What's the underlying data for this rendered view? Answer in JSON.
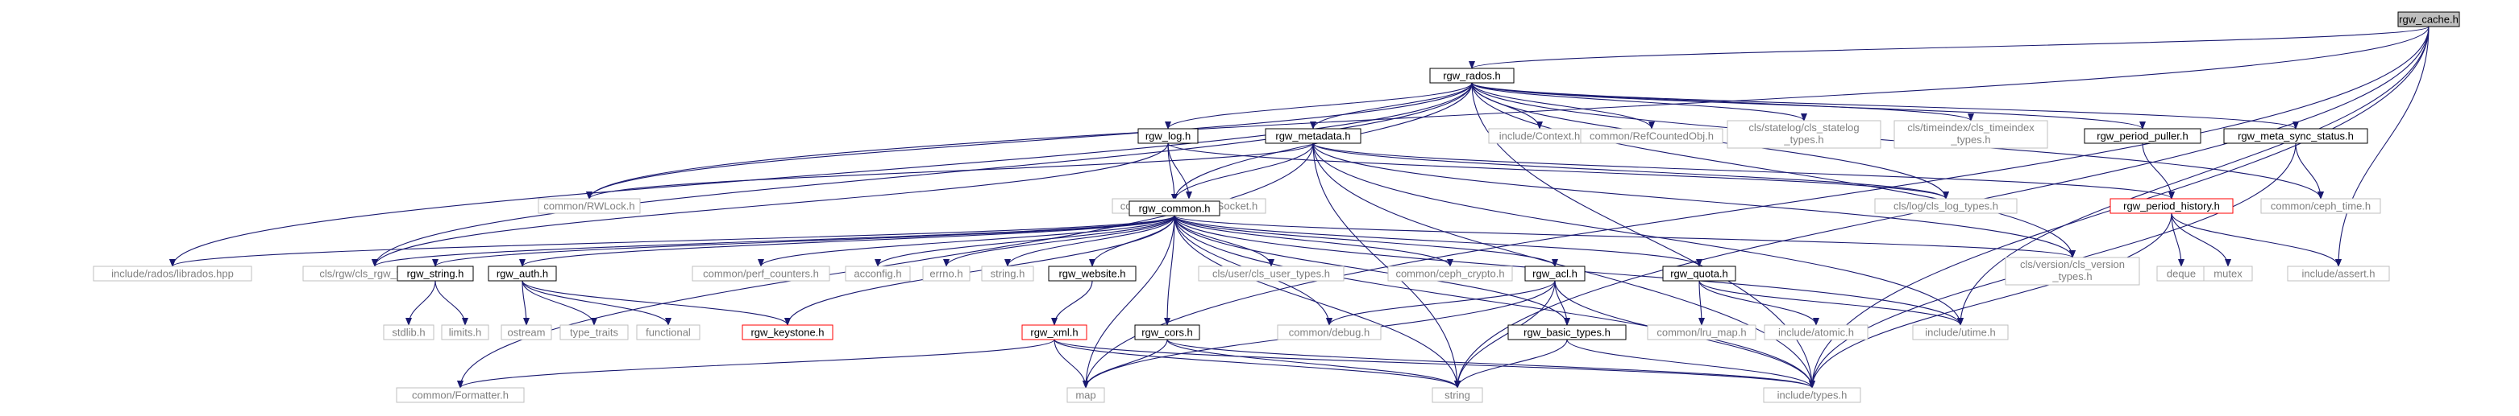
{
  "title": "rgw_cache.h",
  "colors": {
    "edge": "#191970",
    "node_border": "#000000",
    "external_border": "#bfbfbf",
    "external_text": "#808080",
    "incomplete_border": "#ff0000",
    "root_fill": "#bfbfbf",
    "node_fill": "#ffffff",
    "text": "#000000"
  },
  "nodes": [
    {
      "id": "rgw_cache",
      "label": "rgw_cache.h",
      "kind": "root"
    },
    {
      "id": "rgw_rados",
      "label": "rgw_rados.h",
      "kind": "local"
    },
    {
      "id": "rgw_log",
      "label": "rgw_log.h",
      "kind": "local"
    },
    {
      "id": "rgw_metadata",
      "label": "rgw_metadata.h",
      "kind": "local"
    },
    {
      "id": "include_context",
      "label": "include/Context.h",
      "kind": "external"
    },
    {
      "id": "refcounted",
      "label": "common/RefCountedObj.h",
      "kind": "external"
    },
    {
      "id": "statelog",
      "label": "cls/statelog/cls_statelog\n_types.h",
      "kind": "external"
    },
    {
      "id": "timeindex",
      "label": "cls/timeindex/cls_timeindex\n_types.h",
      "kind": "external"
    },
    {
      "id": "rgw_period_puller",
      "label": "rgw_period_puller.h",
      "kind": "local"
    },
    {
      "id": "rgw_meta_sync_status",
      "label": "rgw_meta_sync_status.h",
      "kind": "local"
    },
    {
      "id": "output_data_socket",
      "label": "common/OutputDataSocket.h",
      "kind": "external"
    },
    {
      "id": "rwlock",
      "label": "common/RWLock.h",
      "kind": "external"
    },
    {
      "id": "cls_log_types",
      "label": "cls/log/cls_log_types.h",
      "kind": "external"
    },
    {
      "id": "rgw_period_history",
      "label": "rgw_period_history.h",
      "kind": "incomplete"
    },
    {
      "id": "ceph_time",
      "label": "common/ceph_time.h",
      "kind": "external"
    },
    {
      "id": "rgw_common",
      "label": "rgw_common.h",
      "kind": "local"
    },
    {
      "id": "librados",
      "label": "include/rados/librados.hpp",
      "kind": "external"
    },
    {
      "id": "cls_rgw_types",
      "label": "cls/rgw/cls_rgw_types.h",
      "kind": "external"
    },
    {
      "id": "rgw_string",
      "label": "rgw_string.h",
      "kind": "local"
    },
    {
      "id": "rgw_auth",
      "label": "rgw_auth.h",
      "kind": "local"
    },
    {
      "id": "perf_counters",
      "label": "common/perf_counters.h",
      "kind": "external"
    },
    {
      "id": "acconfig",
      "label": "acconfig.h",
      "kind": "external"
    },
    {
      "id": "errno",
      "label": "errno.h",
      "kind": "external"
    },
    {
      "id": "string_h",
      "label": "string.h",
      "kind": "external"
    },
    {
      "id": "rgw_website",
      "label": "rgw_website.h",
      "kind": "local"
    },
    {
      "id": "cls_user_types",
      "label": "cls/user/cls_user_types.h",
      "kind": "external"
    },
    {
      "id": "ceph_crypto",
      "label": "common/ceph_crypto.h",
      "kind": "external"
    },
    {
      "id": "rgw_acl",
      "label": "rgw_acl.h",
      "kind": "local"
    },
    {
      "id": "rgw_quota",
      "label": "rgw_quota.h",
      "kind": "local"
    },
    {
      "id": "cls_version_types",
      "label": "cls/version/cls_version\n_types.h",
      "kind": "external"
    },
    {
      "id": "deque",
      "label": "deque",
      "kind": "external"
    },
    {
      "id": "mutex",
      "label": "mutex",
      "kind": "external"
    },
    {
      "id": "include_assert",
      "label": "include/assert.h",
      "kind": "external"
    },
    {
      "id": "stdlib",
      "label": "stdlib.h",
      "kind": "external"
    },
    {
      "id": "limits",
      "label": "limits.h",
      "kind": "external"
    },
    {
      "id": "ostream",
      "label": "ostream",
      "kind": "external"
    },
    {
      "id": "type_traits",
      "label": "type_traits",
      "kind": "external"
    },
    {
      "id": "functional",
      "label": "functional",
      "kind": "external"
    },
    {
      "id": "rgw_keystone",
      "label": "rgw_keystone.h",
      "kind": "incomplete"
    },
    {
      "id": "rgw_xml",
      "label": "rgw_xml.h",
      "kind": "incomplete"
    },
    {
      "id": "rgw_cors",
      "label": "rgw_cors.h",
      "kind": "local"
    },
    {
      "id": "common_debug",
      "label": "common/debug.h",
      "kind": "external"
    },
    {
      "id": "rgw_basic_types",
      "label": "rgw_basic_types.h",
      "kind": "local"
    },
    {
      "id": "lru_map",
      "label": "common/lru_map.h",
      "kind": "external"
    },
    {
      "id": "include_atomic",
      "label": "include/atomic.h",
      "kind": "external"
    },
    {
      "id": "include_utime",
      "label": "include/utime.h",
      "kind": "external"
    },
    {
      "id": "formatter",
      "label": "common/Formatter.h",
      "kind": "external"
    },
    {
      "id": "map",
      "label": "map",
      "kind": "external"
    },
    {
      "id": "string",
      "label": "string",
      "kind": "external"
    },
    {
      "id": "include_types",
      "label": "include/types.h",
      "kind": "external"
    }
  ],
  "edges": [
    [
      "rgw_cache",
      "rgw_rados"
    ],
    [
      "rgw_cache",
      "rwlock"
    ],
    [
      "rgw_cache",
      "include_assert"
    ],
    [
      "rgw_cache",
      "include_utime"
    ],
    [
      "rgw_cache",
      "string"
    ],
    [
      "rgw_cache",
      "include_types"
    ],
    [
      "rgw_cache",
      "map"
    ],
    [
      "rgw_rados",
      "rgw_log"
    ],
    [
      "rgw_rados",
      "rgw_metadata"
    ],
    [
      "rgw_rados",
      "include_context"
    ],
    [
      "rgw_rados",
      "refcounted"
    ],
    [
      "rgw_rados",
      "statelog"
    ],
    [
      "rgw_rados",
      "timeindex"
    ],
    [
      "rgw_rados",
      "rgw_period_puller"
    ],
    [
      "rgw_rados",
      "rgw_meta_sync_status"
    ],
    [
      "rgw_rados",
      "rgw_common"
    ],
    [
      "rgw_rados",
      "rwlock"
    ],
    [
      "rgw_rados",
      "librados"
    ],
    [
      "rgw_rados",
      "cls_rgw_types"
    ],
    [
      "rgw_rados",
      "cls_version_types"
    ],
    [
      "rgw_rados",
      "cls_log_types"
    ],
    [
      "rgw_rados",
      "ceph_time"
    ],
    [
      "rgw_rados",
      "include_types"
    ],
    [
      "rgw_log",
      "rgw_common"
    ],
    [
      "rgw_log",
      "output_data_socket"
    ],
    [
      "rgw_log",
      "cls_log_types"
    ],
    [
      "rgw_log",
      "cls_rgw_types"
    ],
    [
      "rgw_metadata",
      "rgw_common"
    ],
    [
      "rgw_metadata",
      "rwlock"
    ],
    [
      "rgw_metadata",
      "cls_log_types"
    ],
    [
      "rgw_metadata",
      "rgw_period_history"
    ],
    [
      "rgw_metadata",
      "cls_version_types"
    ],
    [
      "rgw_metadata",
      "include_types"
    ],
    [
      "rgw_metadata",
      "include_utime"
    ],
    [
      "rgw_metadata",
      "string"
    ],
    [
      "rgw_metadata",
      "formatter"
    ],
    [
      "rgw_period_puller",
      "rgw_period_history"
    ],
    [
      "rgw_meta_sync_status",
      "ceph_time"
    ],
    [
      "rgw_meta_sync_status",
      "include_types"
    ],
    [
      "rgw_period_history",
      "deque"
    ],
    [
      "rgw_period_history",
      "mutex"
    ],
    [
      "rgw_period_history",
      "include_assert"
    ],
    [
      "rgw_period_history",
      "include_types"
    ],
    [
      "rgw_common",
      "librados"
    ],
    [
      "rgw_common",
      "cls_rgw_types"
    ],
    [
      "rgw_common",
      "rgw_string"
    ],
    [
      "rgw_common",
      "rgw_auth"
    ],
    [
      "rgw_common",
      "perf_counters"
    ],
    [
      "rgw_common",
      "acconfig"
    ],
    [
      "rgw_common",
      "errno"
    ],
    [
      "rgw_common",
      "string_h"
    ],
    [
      "rgw_common",
      "rgw_website"
    ],
    [
      "rgw_common",
      "cls_user_types"
    ],
    [
      "rgw_common",
      "ceph_crypto"
    ],
    [
      "rgw_common",
      "rgw_acl"
    ],
    [
      "rgw_common",
      "rgw_quota"
    ],
    [
      "rgw_common",
      "cls_version_types"
    ],
    [
      "rgw_common",
      "rgw_keystone"
    ],
    [
      "rgw_common",
      "rgw_cors"
    ],
    [
      "rgw_common",
      "common_debug"
    ],
    [
      "rgw_common",
      "rgw_basic_types"
    ],
    [
      "rgw_common",
      "include_utime"
    ],
    [
      "rgw_common",
      "map"
    ],
    [
      "rgw_common",
      "string"
    ],
    [
      "rgw_common",
      "include_types"
    ],
    [
      "rgw_string",
      "stdlib"
    ],
    [
      "rgw_string",
      "limits"
    ],
    [
      "rgw_auth",
      "ostream"
    ],
    [
      "rgw_auth",
      "type_traits"
    ],
    [
      "rgw_auth",
      "functional"
    ],
    [
      "rgw_auth",
      "rgw_keystone"
    ],
    [
      "rgw_website",
      "rgw_xml"
    ],
    [
      "rgw_xml",
      "map"
    ],
    [
      "rgw_xml",
      "string"
    ],
    [
      "rgw_xml",
      "formatter"
    ],
    [
      "rgw_xml",
      "include_types"
    ],
    [
      "rgw_cors",
      "map"
    ],
    [
      "rgw_cors",
      "string"
    ],
    [
      "rgw_cors",
      "include_types"
    ],
    [
      "rgw_acl",
      "map"
    ],
    [
      "rgw_acl",
      "string"
    ],
    [
      "rgw_acl",
      "common_debug"
    ],
    [
      "rgw_acl",
      "rgw_basic_types"
    ],
    [
      "rgw_acl",
      "include_types"
    ],
    [
      "rgw_quota",
      "lru_map"
    ],
    [
      "rgw_quota",
      "include_atomic"
    ],
    [
      "rgw_quota",
      "include_utime"
    ],
    [
      "rgw_basic_types",
      "string"
    ],
    [
      "rgw_basic_types",
      "include_types"
    ]
  ]
}
